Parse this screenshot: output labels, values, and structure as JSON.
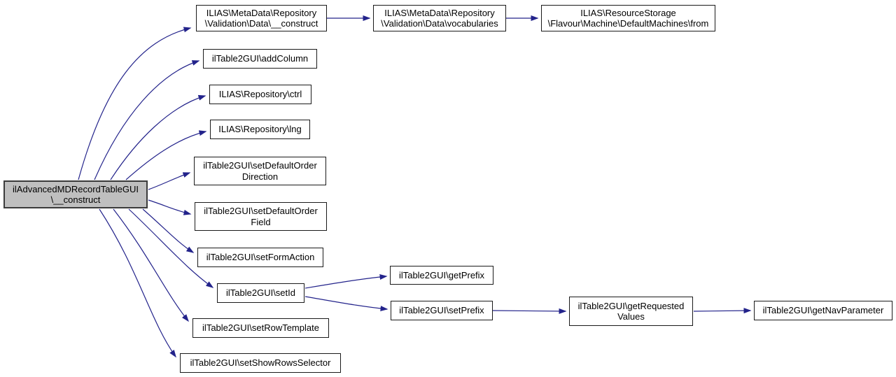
{
  "diagram": {
    "type": "call-graph",
    "colors": {
      "edge": "#23238b",
      "root_fill": "#bfbfbf",
      "node_fill": "#ffffff",
      "node_border": "#1a1a1a",
      "background": "#ffffff"
    },
    "nodes": {
      "root": {
        "label": "ilAdvancedMDRecordTableGUI\\__construct",
        "lines": [
          "ilAdvancedMDRecordTableGUI",
          "\\__construct"
        ]
      },
      "meta_construct": {
        "label": "ILIAS\\MetaData\\Repository\\Validation\\Data\\__construct",
        "lines": [
          "ILIAS\\MetaData\\Repository",
          "\\Validation\\Data\\__construct"
        ]
      },
      "vocabularies": {
        "label": "ILIAS\\MetaData\\Repository\\Validation\\Data\\vocabularies",
        "lines": [
          "ILIAS\\MetaData\\Repository",
          "\\Validation\\Data\\vocabularies"
        ]
      },
      "default_machines_from": {
        "label": "ILIAS\\ResourceStorage\\Flavour\\Machine\\DefaultMachines\\from",
        "lines": [
          "ILIAS\\ResourceStorage",
          "\\Flavour\\Machine\\DefaultMachines\\from"
        ]
      },
      "add_column": {
        "label": "ilTable2GUI\\addColumn",
        "lines": [
          "ilTable2GUI\\addColumn"
        ]
      },
      "ctrl": {
        "label": "ILIAS\\Repository\\ctrl",
        "lines": [
          "ILIAS\\Repository\\ctrl"
        ]
      },
      "lng": {
        "label": "ILIAS\\Repository\\lng",
        "lines": [
          "ILIAS\\Repository\\lng"
        ]
      },
      "set_default_order_direction": {
        "label": "ilTable2GUI\\setDefaultOrderDirection",
        "lines": [
          "ilTable2GUI\\setDefaultOrder",
          "Direction"
        ]
      },
      "set_default_order_field": {
        "label": "ilTable2GUI\\setDefaultOrderField",
        "lines": [
          "ilTable2GUI\\setDefaultOrder",
          "Field"
        ]
      },
      "set_form_action": {
        "label": "ilTable2GUI\\setFormAction",
        "lines": [
          "ilTable2GUI\\setFormAction"
        ]
      },
      "set_id": {
        "label": "ilTable2GUI\\setId",
        "lines": [
          "ilTable2GUI\\setId"
        ]
      },
      "set_row_template": {
        "label": "ilTable2GUI\\setRowTemplate",
        "lines": [
          "ilTable2GUI\\setRowTemplate"
        ]
      },
      "set_show_rows_selector": {
        "label": "ilTable2GUI\\setShowRowsSelector",
        "lines": [
          "ilTable2GUI\\setShowRowsSelector"
        ]
      },
      "get_prefix": {
        "label": "ilTable2GUI\\getPrefix",
        "lines": [
          "ilTable2GUI\\getPrefix"
        ]
      },
      "set_prefix": {
        "label": "ilTable2GUI\\setPrefix",
        "lines": [
          "ilTable2GUI\\setPrefix"
        ]
      },
      "get_requested_values": {
        "label": "ilTable2GUI\\getRequestedValues",
        "lines": [
          "ilTable2GUI\\getRequested",
          "Values"
        ]
      },
      "get_nav_parameter": {
        "label": "ilTable2GUI\\getNavParameter",
        "lines": [
          "ilTable2GUI\\getNavParameter"
        ]
      }
    },
    "edges": [
      {
        "from": "root",
        "to": "meta_construct"
      },
      {
        "from": "root",
        "to": "add_column"
      },
      {
        "from": "root",
        "to": "ctrl"
      },
      {
        "from": "root",
        "to": "lng"
      },
      {
        "from": "root",
        "to": "set_default_order_direction"
      },
      {
        "from": "root",
        "to": "set_default_order_field"
      },
      {
        "from": "root",
        "to": "set_form_action"
      },
      {
        "from": "root",
        "to": "set_id"
      },
      {
        "from": "root",
        "to": "set_row_template"
      },
      {
        "from": "root",
        "to": "set_show_rows_selector"
      },
      {
        "from": "meta_construct",
        "to": "vocabularies"
      },
      {
        "from": "vocabularies",
        "to": "default_machines_from"
      },
      {
        "from": "set_id",
        "to": "get_prefix"
      },
      {
        "from": "set_id",
        "to": "set_prefix"
      },
      {
        "from": "set_prefix",
        "to": "get_requested_values"
      },
      {
        "from": "get_requested_values",
        "to": "get_nav_parameter"
      }
    ]
  }
}
